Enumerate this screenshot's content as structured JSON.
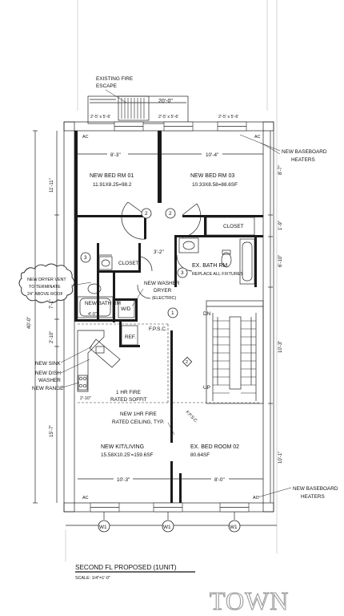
{
  "labels": {
    "fire_escape_1": "EXISTING FIRE",
    "fire_escape_2": "ESCAPE",
    "top_width": "20'-0\"",
    "window_1": "2'-5' x 5'-6'",
    "window_2": "2'-5' x 5'-6'",
    "window_3": "2'-5' x 5'-6'",
    "baseboard_top_1": "NEW BASEBOARD",
    "baseboard_top_2": "HEATERS",
    "bed01_width": "8'-3\"",
    "bed03_width": "10'-4\"",
    "bed01_name": "NEW BED RM 01",
    "bed01_area": "11.91X8.25=98.2",
    "bed03_name": "NEW BED RM 03",
    "bed03_area": "10.33X8.58=88.6SF",
    "dim_left_top": "11'-11\"",
    "dim_right_1": "8'-7\"",
    "dim_right_2": "1'-9\"",
    "dim_right_3": "6'-10\"",
    "dim_right_4": "10'-3\"",
    "dim_right_5": "10'-1\"",
    "dim_left_mid": "7'-1\"",
    "dim_left_2": "2'-10\"",
    "dim_left_3": "15'-7\"",
    "overall_depth": "40'-0\"",
    "closet": "CLOSET",
    "closet_2": "CLOSET",
    "door_dim": "3'-2\"",
    "ex_bath_1": "EX. BATH RM",
    "ex_bath_2": "REPLACE ALL FIXTURES",
    "new_bath": "NEW BATH RM",
    "dryer_vent_1": "NEW DRYER VENT",
    "dryer_vent_2": "TO TERMINATE",
    "dryer_vent_3": "24\" ABOVE ROOF",
    "washer_1": "NEW WASHER",
    "washer_2": "DRYER",
    "washer_3": "(ELECTRIC)",
    "wd": "W/D",
    "bath_dim": "4'-0\"",
    "fpsc": "F.P.S.C.",
    "fpsc_2": "F.P.S.C.",
    "ref": "REF.",
    "new_sink": "NEW SINK",
    "dish_1": "NEW DISH",
    "dish_2": "WASHER",
    "new_range": "NEW RANGE",
    "kit_dim": "2'-10\"",
    "soffit_1": "1 HR FIRE",
    "soffit_2": "RATED SOFFIT",
    "ceiling_1": "NEW 1HR FIRE",
    "ceiling_2": "RATED CEILING, TYP.",
    "kit_name": "NEW KIT/LIVING",
    "kit_area": "15.58X10.25'=159.6SF",
    "bed02_name": "EX. BED ROOM 02",
    "bed02_area": "80.64SF",
    "kit_width": "10'-3\"",
    "bed02_width": "8'-0\"",
    "baseboard_bot_1": "NEW BASEBOARD",
    "baseboard_bot_2": "HEATERS",
    "w1_a": "W1",
    "w1_b": "W1",
    "w1_c": "W1",
    "dn": "DN",
    "up": "UP",
    "ac": "AC",
    "tag_1": "1",
    "tag_2": "2",
    "tag_3": "3",
    "plan_title": "SECOND FL PROPOSED (1UNIT)",
    "plan_scale": "SCALE: 1/4\"=1'-0\"",
    "watermark": "TOWN"
  }
}
